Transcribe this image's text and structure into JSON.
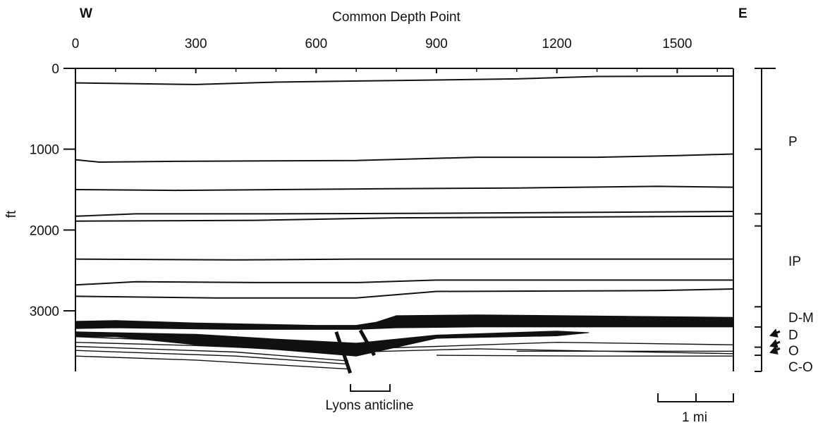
{
  "chart_data": {
    "type": "diagram",
    "title": "Common Depth Point",
    "west_label": "W",
    "east_label": "E",
    "x_ticks": [
      "0",
      "300",
      "600",
      "900",
      "1200",
      "1500"
    ],
    "x_tick_values": [
      0,
      300,
      600,
      900,
      1200,
      1500
    ],
    "x_range": [
      0,
      1640
    ],
    "ylabel": "ft",
    "y_ticks": [
      "0",
      "1000",
      "2000",
      "3000"
    ],
    "y_tick_values": [
      0,
      1000,
      2000,
      3000
    ],
    "y_range": [
      0,
      3750
    ],
    "strat_labels": [
      {
        "text": "P",
        "depth": 900
      },
      {
        "text": "IP",
        "depth": 2380
      },
      {
        "text": "D-M",
        "depth": 3080
      },
      {
        "text": "D",
        "depth": 3290
      },
      {
        "text": "O",
        "depth": 3490
      },
      {
        "text": "C-O",
        "depth": 3690
      }
    ],
    "structure_label": "Lyons anticline",
    "scale_label": "1 mi",
    "horizons": [
      [
        [
          0,
          180
        ],
        [
          150,
          190
        ],
        [
          300,
          200
        ],
        [
          500,
          170
        ],
        [
          800,
          150
        ],
        [
          1100,
          130
        ],
        [
          1300,
          100
        ],
        [
          1640,
          95
        ]
      ],
      [
        [
          0,
          1130
        ],
        [
          60,
          1160
        ],
        [
          250,
          1150
        ],
        [
          700,
          1140
        ],
        [
          1000,
          1100
        ],
        [
          1300,
          1100
        ],
        [
          1500,
          1080
        ],
        [
          1640,
          1060
        ]
      ],
      [
        [
          0,
          1500
        ],
        [
          250,
          1510
        ],
        [
          500,
          1500
        ],
        [
          750,
          1490
        ],
        [
          1100,
          1480
        ],
        [
          1450,
          1460
        ],
        [
          1640,
          1470
        ]
      ],
      [
        [
          0,
          1830
        ],
        [
          150,
          1800
        ],
        [
          500,
          1800
        ],
        [
          1000,
          1790
        ],
        [
          1640,
          1770
        ]
      ],
      [
        [
          0,
          1890
        ],
        [
          450,
          1880
        ],
        [
          800,
          1850
        ],
        [
          1200,
          1840
        ],
        [
          1640,
          1830
        ]
      ],
      [
        [
          0,
          2360
        ],
        [
          400,
          2370
        ],
        [
          700,
          2360
        ],
        [
          1640,
          2360
        ]
      ],
      [
        [
          0,
          2680
        ],
        [
          150,
          2640
        ],
        [
          450,
          2650
        ],
        [
          700,
          2650
        ],
        [
          900,
          2620
        ],
        [
          1640,
          2620
        ]
      ],
      [
        [
          0,
          2820
        ],
        [
          350,
          2840
        ],
        [
          700,
          2840
        ],
        [
          900,
          2760
        ],
        [
          1450,
          2750
        ],
        [
          1640,
          2730
        ]
      ]
    ],
    "thin_horizons": [
      [
        [
          0,
          3320
        ],
        [
          200,
          3360
        ],
        [
          500,
          3420
        ],
        [
          700,
          3470
        ],
        [
          900,
          3440
        ],
        [
          1200,
          3390
        ],
        [
          1640,
          3420
        ]
      ],
      [
        [
          0,
          3390
        ],
        [
          300,
          3430
        ],
        [
          700,
          3510
        ],
        [
          1000,
          3470
        ],
        [
          1640,
          3530
        ]
      ],
      [
        [
          0,
          3440
        ],
        [
          400,
          3510
        ],
        [
          680,
          3620
        ]
      ],
      [
        [
          0,
          3490
        ],
        [
          400,
          3560
        ],
        [
          680,
          3660
        ]
      ],
      [
        [
          0,
          3560
        ],
        [
          300,
          3610
        ],
        [
          680,
          3720
        ]
      ],
      [
        [
          900,
          3550
        ],
        [
          1300,
          3560
        ],
        [
          1640,
          3560
        ]
      ],
      [
        [
          1100,
          3500
        ],
        [
          1640,
          3500
        ]
      ]
    ],
    "beds": [
      {
        "top": [
          [
            0,
            3130
          ],
          [
            100,
            3120
          ],
          [
            300,
            3150
          ],
          [
            600,
            3180
          ],
          [
            700,
            3180
          ],
          [
            750,
            3140
          ],
          [
            800,
            3060
          ],
          [
            1000,
            3050
          ],
          [
            1640,
            3080
          ]
        ],
        "bottom": [
          [
            1640,
            3200
          ],
          [
            1300,
            3200
          ],
          [
            1000,
            3200
          ],
          [
            800,
            3210
          ],
          [
            700,
            3230
          ],
          [
            400,
            3230
          ],
          [
            100,
            3210
          ],
          [
            0,
            3220
          ]
        ]
      },
      {
        "top": [
          [
            0,
            3260
          ],
          [
            300,
            3290
          ],
          [
            500,
            3350
          ],
          [
            700,
            3400
          ],
          [
            900,
            3300
          ],
          [
            1200,
            3250
          ],
          [
            1280,
            3270
          ]
        ],
        "bottom": [
          [
            1200,
            3310
          ],
          [
            900,
            3340
          ],
          [
            700,
            3560
          ],
          [
            500,
            3480
          ],
          [
            300,
            3420
          ],
          [
            100,
            3320
          ],
          [
            0,
            3320
          ]
        ]
      }
    ],
    "faults": [
      {
        "top": [
          650,
          3260
        ],
        "bottom": [
          685,
          3770
        ]
      },
      {
        "top": [
          710,
          3240
        ],
        "bottom": [
          745,
          3550
        ]
      }
    ],
    "right_column_ticks": [
      0,
      1000,
      1800,
      1950,
      2950,
      3200,
      3450,
      3550,
      3750
    ],
    "arrows": [
      3290,
      3420,
      3500
    ]
  }
}
